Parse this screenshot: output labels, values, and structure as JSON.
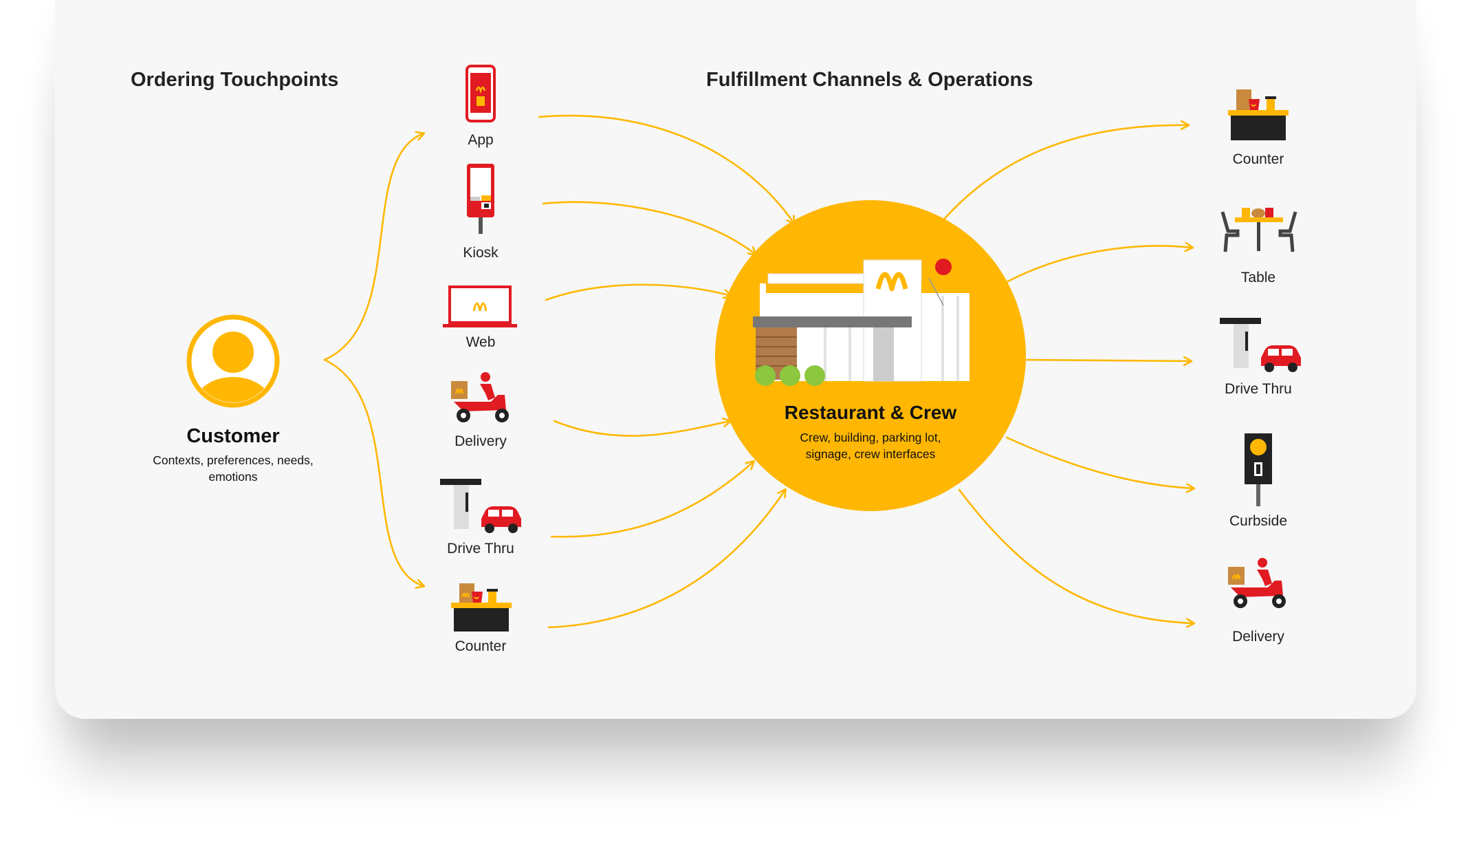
{
  "headings": {
    "ordering": "Ordering Touchpoints",
    "fulfillment": "Fulfillment Channels & Operations"
  },
  "customer": {
    "title": "Customer",
    "subtitle": "Contexts, preferences, needs, emotions"
  },
  "hub": {
    "title": "Restaurant & Crew",
    "subtitle": "Crew, building, parking lot, signage, crew interfaces"
  },
  "touchpoints": [
    {
      "label": "App",
      "icon": "phone-app-icon"
    },
    {
      "label": "Kiosk",
      "icon": "kiosk-icon"
    },
    {
      "label": "Web",
      "icon": "laptop-web-icon"
    },
    {
      "label": "Delivery",
      "icon": "delivery-scooter-icon"
    },
    {
      "label": "Drive Thru",
      "icon": "drive-thru-icon"
    },
    {
      "label": "Counter",
      "icon": "counter-icon"
    }
  ],
  "channels": [
    {
      "label": "Counter",
      "icon": "counter-icon"
    },
    {
      "label": "Table",
      "icon": "table-icon"
    },
    {
      "label": "Drive Thru",
      "icon": "drive-thru-icon"
    },
    {
      "label": "Curbside",
      "icon": "curbside-signal-icon"
    },
    {
      "label": "Delivery",
      "icon": "delivery-scooter-icon"
    }
  ],
  "colors": {
    "accent": "#FFB703",
    "red": "#E11B22",
    "dark": "#222222",
    "background": "#F6F7F6"
  }
}
